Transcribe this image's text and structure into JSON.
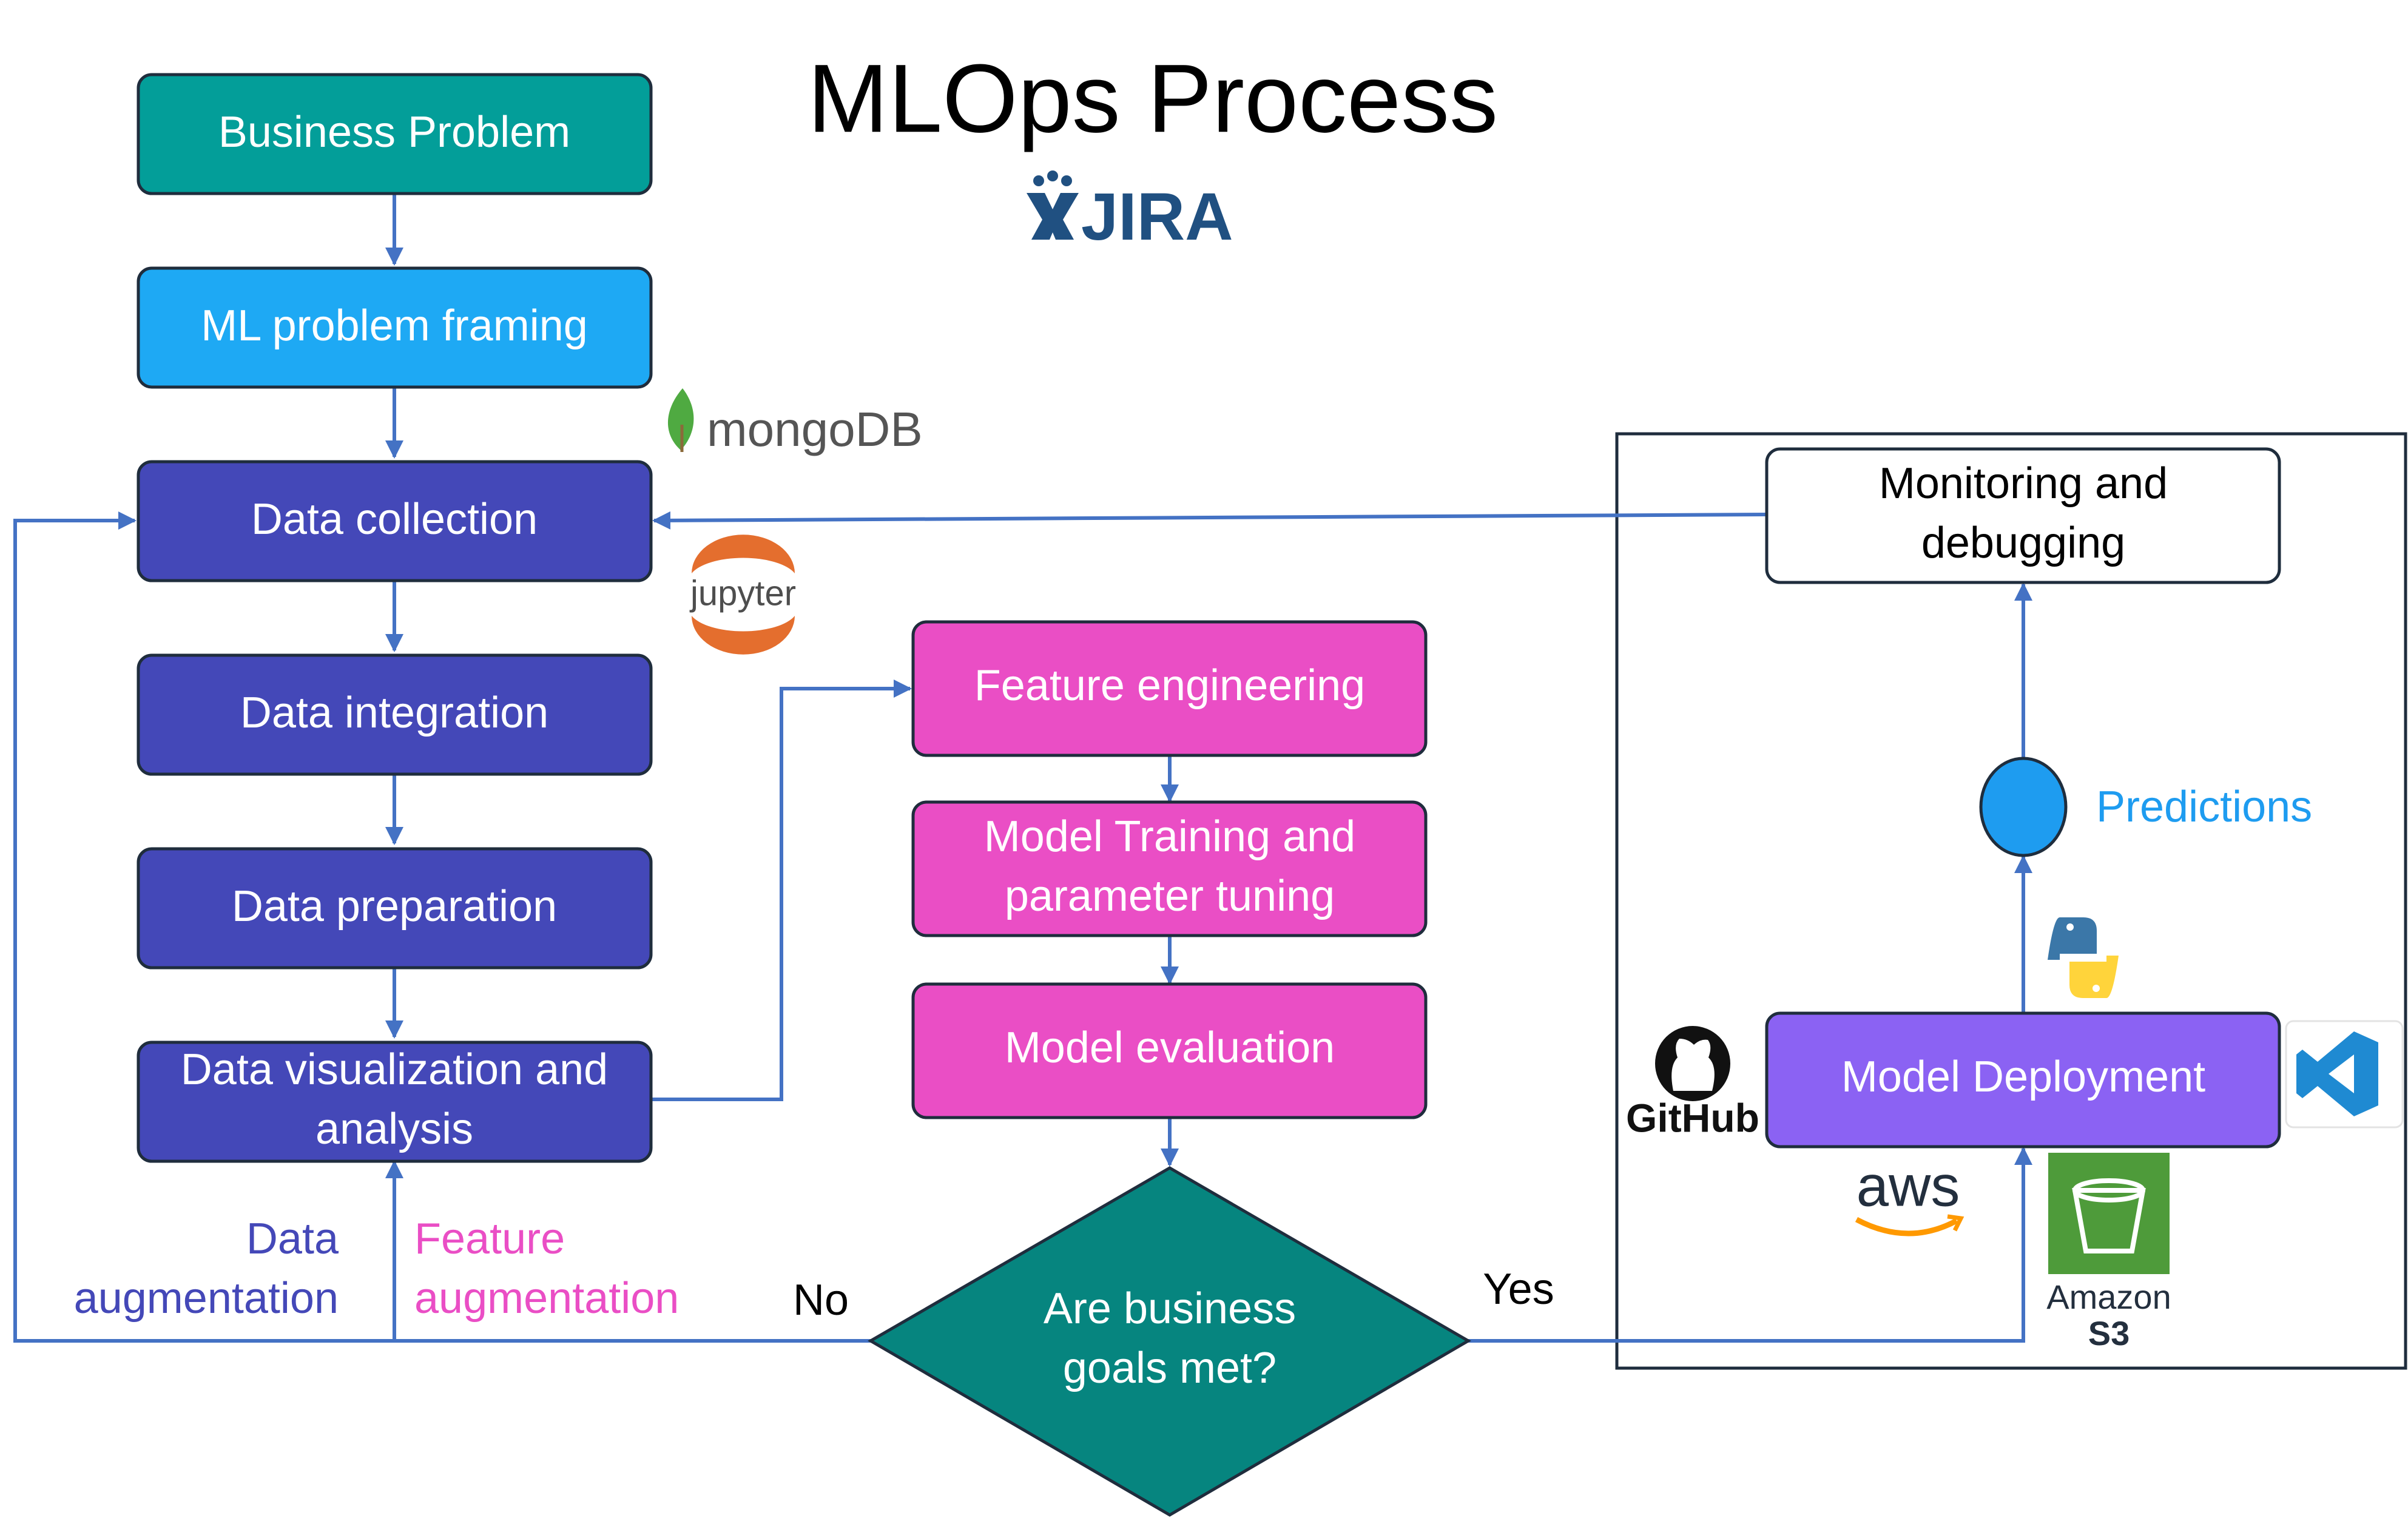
{
  "title": "MLOps Process",
  "logos": {
    "jira": "JIRA",
    "mongodb": "mongoDB",
    "jupyter": "jupyter",
    "github": "GitHub",
    "aws": "aws",
    "s3_line1": "Amazon",
    "s3_line2": "S3"
  },
  "steps": {
    "business_problem": "Business Problem",
    "ml_framing": "ML problem framing",
    "data_collection": "Data collection",
    "data_integration": "Data integration",
    "data_preparation": "Data preparation",
    "data_viz_line1": "Data visualization and",
    "data_viz_line2": "analysis",
    "feature_engineering": "Feature engineering",
    "model_training_line1": "Model Training and",
    "model_training_line2": "parameter tuning",
    "model_evaluation": "Model evaluation",
    "decision_line1": "Are business",
    "decision_line2": "goals met?",
    "model_deployment": "Model Deployment",
    "monitoring_line1": "Monitoring and",
    "monitoring_line2": "debugging",
    "predictions": "Predictions"
  },
  "labels": {
    "data_aug_line1": "Data",
    "data_aug_line2": "augmentation",
    "feature_aug_line1": "Feature",
    "feature_aug_line2": "augmentation",
    "no": "No",
    "yes": "Yes"
  },
  "colors": {
    "teal": "#039e99",
    "light_blue": "#1ea9f4",
    "indigo": "#4448b8",
    "magenta": "#ea4ec5",
    "purple": "#8b62f3",
    "decision_teal": "#06857f",
    "predictions_blue": "#1e9cf0",
    "connector": "#4472c4"
  }
}
